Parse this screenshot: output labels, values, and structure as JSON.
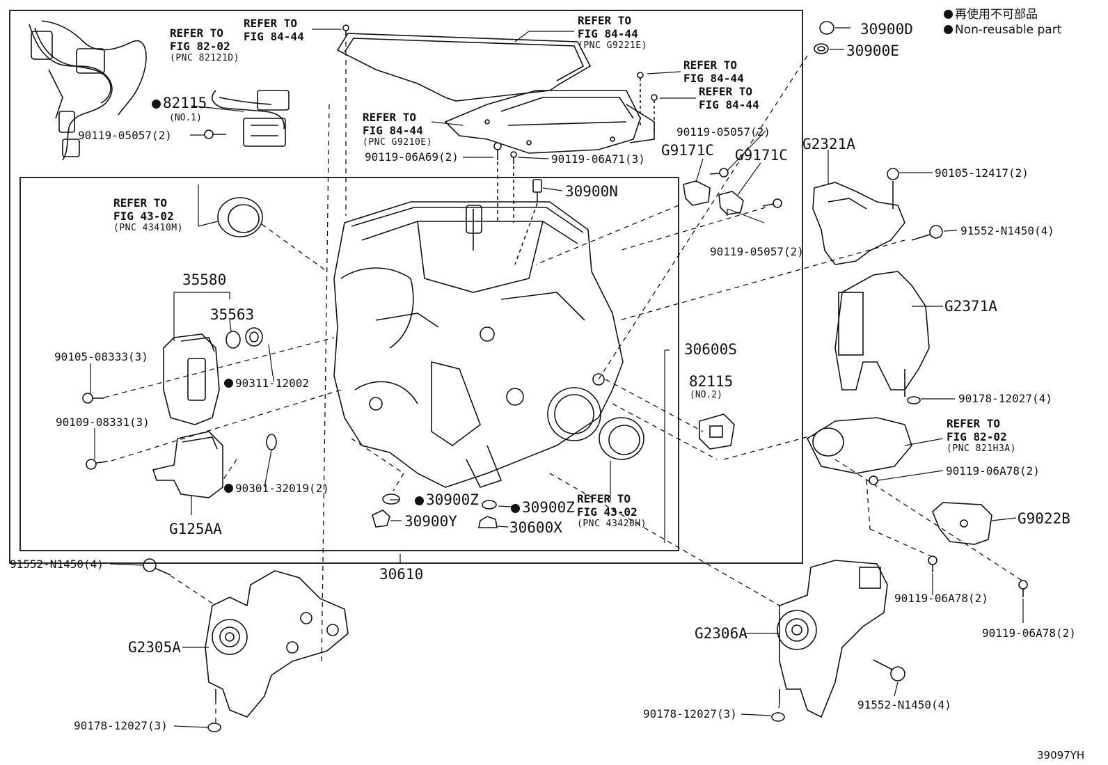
{
  "legend": {
    "jp_text": "再使用不可部品",
    "en_text": "Non-reusable part"
  },
  "figure_code": "39097YH",
  "refer_blocks": [
    {
      "id": "ref-82-02-top",
      "line1": "REFER TO",
      "line2": "FIG 82-02",
      "pnc": "(PNC 82121D)"
    },
    {
      "id": "ref-84-44-bolt",
      "line1": "REFER TO",
      "line2": "FIG 84-44",
      "pnc": ""
    },
    {
      "id": "ref-84-44-pan",
      "line1": "REFER TO",
      "line2": "FIG 84-44",
      "pnc": "(PNC G9221E)"
    },
    {
      "id": "ref-84-44-r1",
      "line1": "REFER TO",
      "line2": "FIG 84-44",
      "pnc": ""
    },
    {
      "id": "ref-84-44-r2",
      "line1": "REFER TO",
      "line2": "FIG 84-44",
      "pnc": ""
    },
    {
      "id": "ref-84-44-gasket",
      "line1": "REFER TO",
      "line2": "FIG 84-44",
      "pnc": "(PNC G9210E)"
    },
    {
      "id": "ref-43-02-left",
      "line1": "REFER TO",
      "line2": "FIG 43-02",
      "pnc": "(PNC 43410M)"
    },
    {
      "id": "ref-43-02-right",
      "line1": "REFER TO",
      "line2": "FIG 43-02",
      "pnc": "(PNC 43420H)"
    },
    {
      "id": "ref-82-02-right",
      "line1": "REFER TO",
      "line2": "FIG 82-02",
      "pnc": "(PNC 821H3A)"
    }
  ],
  "parts": [
    {
      "id": "p-82115-no1",
      "code": "82115",
      "sub": "(NO.1)",
      "nonreusable": true
    },
    {
      "id": "p-90119-05057-a",
      "code": "90119-05057(2)",
      "nonreusable": false
    },
    {
      "id": "p-90119-06a69",
      "code": "90119-06A69(2)",
      "nonreusable": false
    },
    {
      "id": "p-90119-06a71",
      "code": "90119-06A71(3)",
      "nonreusable": false
    },
    {
      "id": "p-30900n",
      "code": "30900N",
      "nonreusable": false
    },
    {
      "id": "p-30900d",
      "code": "30900D",
      "nonreusable": false
    },
    {
      "id": "p-30900e",
      "code": "30900E",
      "nonreusable": false
    },
    {
      "id": "p-90119-05057-b",
      "code": "90119-05057(2)",
      "nonreusable": false
    },
    {
      "id": "p-g9171c-a",
      "code": "G9171C",
      "nonreusable": false
    },
    {
      "id": "p-g9171c-b",
      "code": "G9171C",
      "nonreusable": false
    },
    {
      "id": "p-90119-05057-c",
      "code": "90119-05057(2)",
      "nonreusable": false
    },
    {
      "id": "p-g2321a",
      "code": "G2321A",
      "nonreusable": false
    },
    {
      "id": "p-90105-12417",
      "code": "90105-12417(2)",
      "nonreusable": false
    },
    {
      "id": "p-91552-n1450-r",
      "code": "91552-N1450(4)",
      "nonreusable": false
    },
    {
      "id": "p-g2371a",
      "code": "G2371A",
      "nonreusable": false
    },
    {
      "id": "p-90178-12027-4",
      "code": "90178-12027(4)",
      "nonreusable": false
    },
    {
      "id": "p-35580",
      "code": "35580",
      "nonreusable": false
    },
    {
      "id": "p-35563",
      "code": "35563",
      "nonreusable": false
    },
    {
      "id": "p-90105-08333",
      "code": "90105-08333(3)",
      "nonreusable": false
    },
    {
      "id": "p-90311-12002",
      "code": "90311-12002",
      "nonreusable": true
    },
    {
      "id": "p-90109-08331",
      "code": "90109-08331(3)",
      "nonreusable": false
    },
    {
      "id": "p-90301-32019",
      "code": "90301-32019(2)",
      "nonreusable": true
    },
    {
      "id": "p-g125aa",
      "code": "G125AA",
      "nonreusable": false
    },
    {
      "id": "p-30600s",
      "code": "30600S",
      "nonreusable": false
    },
    {
      "id": "p-82115-no2",
      "code": "82115",
      "sub": "(NO.2)",
      "nonreusable": false
    },
    {
      "id": "p-90119-06a78-a",
      "code": "90119-06A78(2)",
      "nonreusable": false
    },
    {
      "id": "p-g9022b",
      "code": "G9022B",
      "nonreusable": false
    },
    {
      "id": "p-30900z-a",
      "code": "30900Z",
      "nonreusable": true
    },
    {
      "id": "p-30900z-b",
      "code": "30900Z",
      "nonreusable": true
    },
    {
      "id": "p-30900y",
      "code": "30900Y",
      "nonreusable": false
    },
    {
      "id": "p-30600x",
      "code": "30600X",
      "nonreusable": false
    },
    {
      "id": "p-30610",
      "code": "30610",
      "nonreusable": false
    },
    {
      "id": "p-91552-n1450-l",
      "code": "91552-N1450(4)",
      "nonreusable": false
    },
    {
      "id": "p-g2305a",
      "code": "G2305A",
      "nonreusable": false
    },
    {
      "id": "p-90178-12027-3a",
      "code": "90178-12027(3)",
      "nonreusable": false
    },
    {
      "id": "p-90119-06a78-b",
      "code": "90119-06A78(2)",
      "nonreusable": false
    },
    {
      "id": "p-90119-06a78-c",
      "code": "90119-06A78(2)",
      "nonreusable": false
    },
    {
      "id": "p-g2306a",
      "code": "G2306A",
      "nonreusable": false
    },
    {
      "id": "p-91552-n1450-b",
      "code": "91552-N1450(4)",
      "nonreusable": false
    },
    {
      "id": "p-90178-12027-3b",
      "code": "90178-12027(3)",
      "nonreusable": false
    }
  ]
}
